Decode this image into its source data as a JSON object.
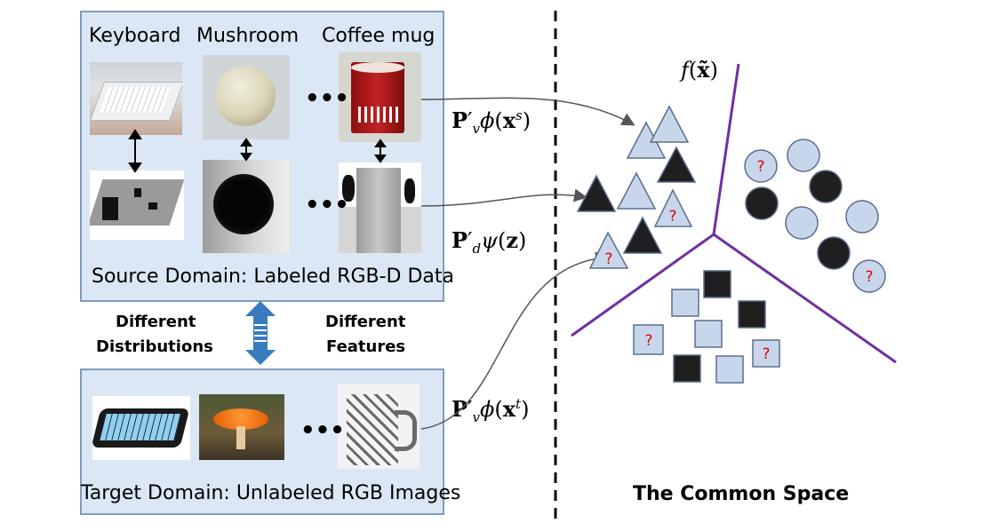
{
  "source": {
    "labels": [
      "Keyboard",
      "Mushroom",
      "Coffee mug"
    ],
    "ellipsis": "•••",
    "caption": "Source Domain: Labeled RGB-D Data"
  },
  "middle": {
    "left": [
      "Different",
      "Distributions"
    ],
    "right": [
      "Different",
      "Features"
    ]
  },
  "target": {
    "ellipsis": "•••",
    "caption": "Target Domain: Unlabeled RGB Images"
  },
  "mappings": {
    "source_rgb": {
      "P": "P",
      "prime": "′",
      "sub": "v",
      "fn": "ϕ",
      "x": "x",
      "sup": "s"
    },
    "depth": {
      "P": "P",
      "prime": "′",
      "sub": "d",
      "fn": "ψ",
      "arg": "z"
    },
    "target_rgb": {
      "P": "P",
      "prime": "′",
      "sub": "v",
      "fn": "ϕ",
      "x": "x",
      "sup": "t"
    }
  },
  "classifier": {
    "f": "f",
    "arg": "x̃"
  },
  "common_space": {
    "title": "The Common Space",
    "unknown_mark": "?"
  },
  "colors": {
    "light_shape": "#c8d6ec",
    "dark_shape": "#1f1f1f",
    "boundary": "#7030a0",
    "question": "#e00000",
    "arrow": "#3a7bbf"
  }
}
